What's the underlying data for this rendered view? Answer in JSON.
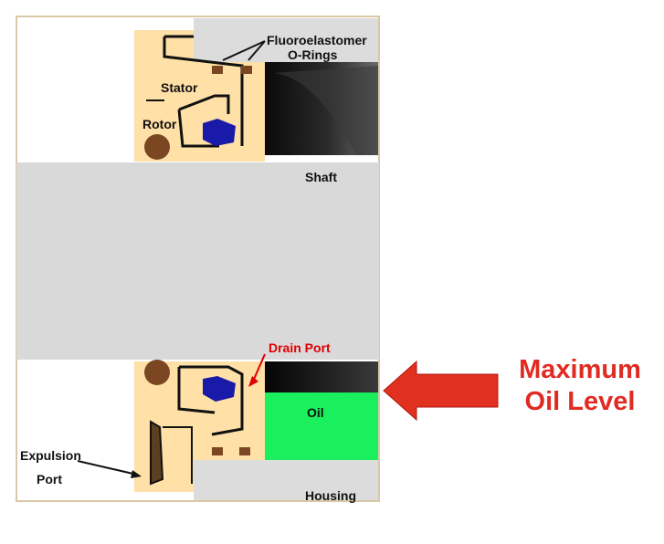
{
  "labels": {
    "o_rings_line1": "Fluoroelastomer",
    "o_rings_line2": "O-Rings",
    "stator": "Stator",
    "rotor": "Rotor",
    "shaft": "Shaft",
    "drain_port": "Drain Port",
    "oil": "Oil",
    "expulsion_line1": "Expulsion",
    "expulsion_line2": "Port",
    "housing": "Housing",
    "max_level_line1": "Maximum",
    "max_level_line2": "Oil Level"
  },
  "colors": {
    "frame": "#d9c8a8",
    "housing_body": "#ffe0a6",
    "shaft": "#d9d9d9",
    "housing_plate": "#dcdcdc",
    "rotor_ring": "#1a1aa8",
    "o_ring": "#7a4722",
    "oil": "#1aef5d",
    "cavity": "#0a0a0a",
    "drain_port_label": "#e00000",
    "arrow": "#e03020",
    "max_level_text": "#e02a22"
  },
  "icons": {
    "level_arrow": "red-left-arrow-icon"
  }
}
